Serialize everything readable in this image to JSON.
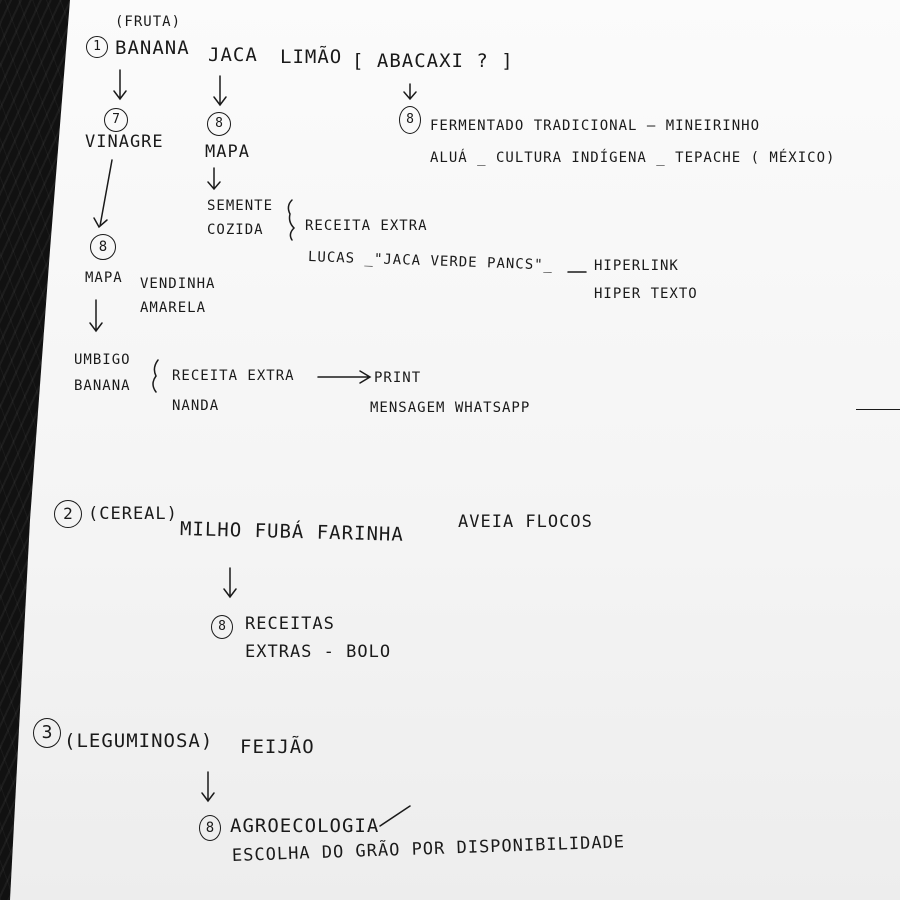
{
  "note": {
    "s1": {
      "num": "1",
      "tag": "(FRUTA)",
      "items": [
        "BANANA",
        "JACA",
        "LIMÃO",
        "[ ABACAXI ? ]"
      ],
      "step8_label": "8",
      "step7_label": "7",
      "vinagre": "VINAGRE",
      "jaca_mapa": "MAPA",
      "semente_1": "SEMENTE",
      "semente_2": "COZIDA",
      "receita_extra": "RECEITA EXTRA",
      "lucas": "LUCAS _\"JACA VERDE PANCS\"_",
      "hiperlink": "HIPERLINK",
      "hipertexto": "HIPER TEXTO",
      "fermentado": "FERMENTADO TRADICIONAL  —  MINEIRINHO",
      "alua": "ALUÁ _ CULTURA INDÍGENA _ TEPACHE ( MÉXICO)",
      "mapa": "MAPA",
      "vendinha_1": "VENDINHA",
      "vendinha_2": "AMARELA",
      "umbigo_1": "UMBIGO",
      "umbigo_2": "BANANA",
      "receita_extra_2": "RECEITA EXTRA",
      "nanda": "NANDA",
      "print": "PRINT",
      "mensagem": "MENSAGEM WHATSAPP"
    },
    "s2": {
      "num": "2",
      "tag": "(CEREAL)",
      "items": "MILHO  FUBÁ  FARINHA",
      "items_right": "AVEIA FLOCOS",
      "step": "8",
      "receitas_1": "RECEITAS",
      "receitas_2": "EXTRAS  - BOLO"
    },
    "s3": {
      "num": "3",
      "tag": "(LEGUMINOSA)",
      "item": "FEIJÃO",
      "step": "8",
      "agro": "AGROECOLOGIA",
      "escolha": "ESCOLHA DO GRÃO POR DISPONIBILIDADE"
    }
  }
}
